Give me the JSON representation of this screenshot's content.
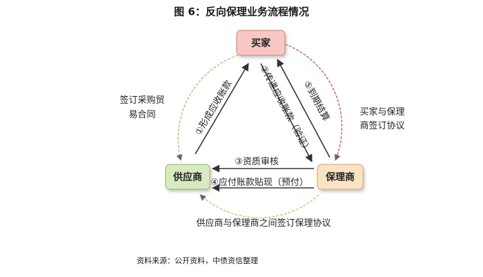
{
  "title": "图 6：反向保理业务流程情况",
  "nodes": {
    "buyer": "买家",
    "supplier": "供应商",
    "factor": "保理商"
  },
  "labels": {
    "form_receivable": "①形成应收账款",
    "transfer_receivable": "②传递应收账款（验证）",
    "settle": "⑤到期结算",
    "review": "③资质审核",
    "discount": "④应付账款贴现（预付）",
    "left_line1": "签订采购贸",
    "left_line2": "易合同",
    "right_line1": "买家与保理",
    "right_line2": "商签订协议",
    "bottom": "供应商与保理商之间签订保理协议"
  },
  "source": "资料来源：公开资料，中债资信整理",
  "colors": {
    "buyer_fill": "#f7c7c4",
    "buyer_stroke": "#d98b86",
    "supplier_fill": "#d8eac0",
    "supplier_stroke": "#9cbf78",
    "factor_fill": "#fbe3c5",
    "factor_stroke": "#e0b27e",
    "circle_top_left": "#a8c98a",
    "circle_top_right": "#c96a6a",
    "circle_bottom": "#e0c08a",
    "arrow": "#333333"
  }
}
